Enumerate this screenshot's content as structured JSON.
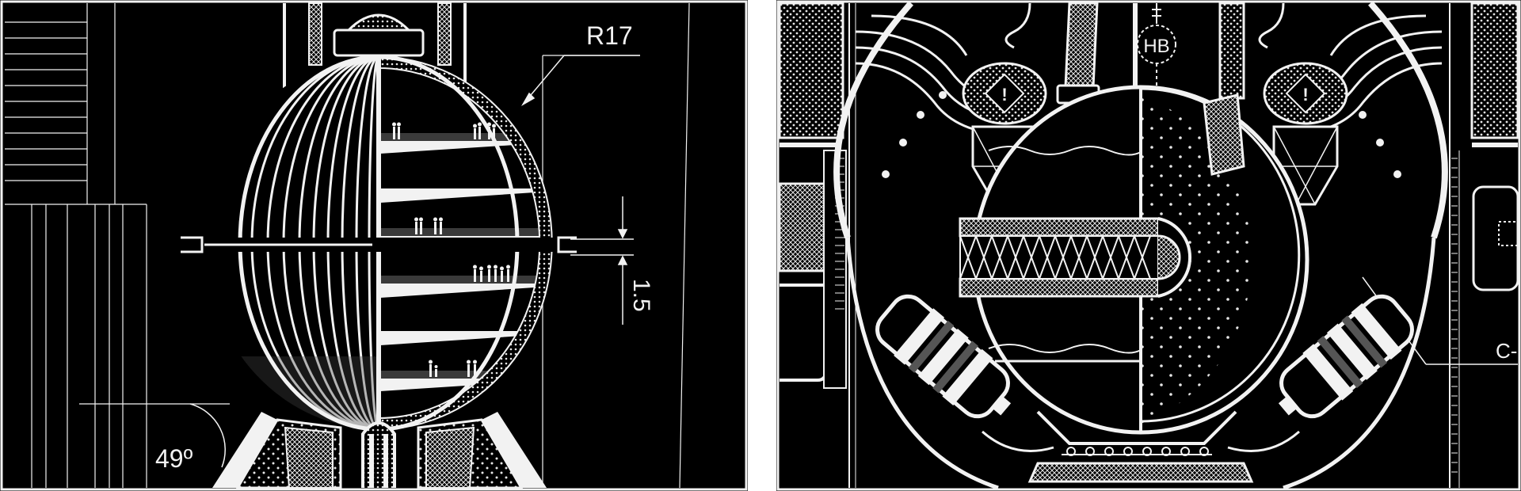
{
  "left_panel": {
    "radius_label": "R17",
    "dimension_label": "1.5",
    "angle_label": "49º"
  },
  "right_panel": {
    "badge_label": "HB",
    "callout_label": "C-",
    "warning_glyph": "!"
  },
  "colors": {
    "background": "#000000",
    "line": "#f2f2f2",
    "gap": "#ffffff"
  }
}
